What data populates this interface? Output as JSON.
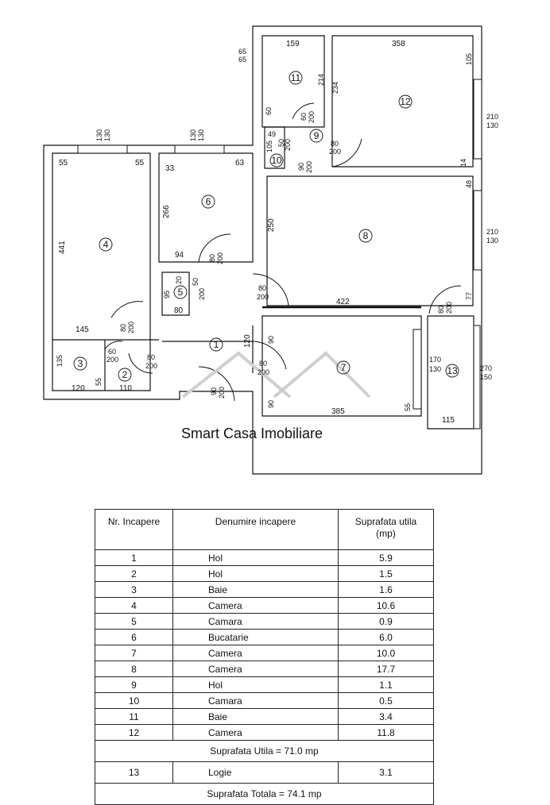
{
  "plan": {
    "watermark": "Smart Casa Imobiliare",
    "room_numbers": [
      "1",
      "2",
      "3",
      "4",
      "5",
      "6",
      "7",
      "8",
      "9",
      "10",
      "11",
      "12",
      "13"
    ],
    "dimensions": {
      "d_159": "159",
      "d_358": "358",
      "d_105_top": "105",
      "d_65": "65",
      "d_65b": "65",
      "d_214": "214",
      "d_234": "234",
      "d_60_l": "60",
      "d_60_200_a": "60",
      "d_60_200_b": "200",
      "d_49": "49",
      "d_105_wc": "105",
      "d_wc_a": "50",
      "d_wc_b": "200",
      "d_80_200_9a": "80",
      "d_80_200_9b": "200",
      "d_90_200_a": "90",
      "d_90_200_b": "200",
      "d_14": "14",
      "d_210a": "210",
      "d_130a": "130",
      "d_210b": "210",
      "d_130b": "130",
      "d_48": "48",
      "d_130_4a": "130",
      "d_130_4b": "130",
      "d_130_6a": "130",
      "d_130_6b": "130",
      "d_55a": "55",
      "d_55b": "55",
      "d_33": "33",
      "d_63": "63",
      "d_441": "441",
      "d_266": "266",
      "d_250": "250",
      "d_94": "94",
      "d_80_200_6a": "80",
      "d_80_200_6b": "200",
      "d_20": "20",
      "d_95": "95",
      "d_80": "80",
      "d_closet_a": "50",
      "d_closet_b": "200",
      "d_80_200_8a": "80",
      "d_80_200_8b": "200",
      "d_422": "422",
      "d_77": "77",
      "d_80_200_ra": "80",
      "d_80_200_rb": "200",
      "d_145": "145",
      "d_80_200_4a": "80",
      "d_80_200_4b": "200",
      "d_60_200_3a": "60",
      "d_60_200_3b": "200",
      "d_80_200_2a": "80",
      "d_80_200_2b": "200",
      "d_135": "135",
      "d_120": "120",
      "d_55c": "55",
      "d_110": "110",
      "d_120_hall": "120",
      "d_90_7": "90",
      "d_80_200_7a": "80",
      "d_80_200_7b": "200",
      "d_90_200_ea": "90",
      "d_90_200_eb": "200",
      "d_90_7b": "90",
      "d_385": "385",
      "d_55d": "55",
      "d_170": "170",
      "d_130_13": "130",
      "d_270": "270",
      "d_150": "150",
      "d_115": "115"
    }
  },
  "table": {
    "headers": {
      "nr": "Nr. Incapere",
      "name": "Denumire incapere",
      "area_1": "Suprafata utila",
      "area_2": "(mp)"
    },
    "rows": [
      {
        "nr": "1",
        "name": "Hol",
        "area": "5.9"
      },
      {
        "nr": "2",
        "name": "Hol",
        "area": "1.5"
      },
      {
        "nr": "3",
        "name": "Baie",
        "area": "1.6"
      },
      {
        "nr": "4",
        "name": "Camera",
        "area": "10.6"
      },
      {
        "nr": "5",
        "name": "Camara",
        "area": "0.9"
      },
      {
        "nr": "6",
        "name": "Bucatarie",
        "area": "6.0"
      },
      {
        "nr": "7",
        "name": "Camera",
        "area": "10.0"
      },
      {
        "nr": "8",
        "name": "Camera",
        "area": "17.7"
      },
      {
        "nr": "9",
        "name": "Hol",
        "area": "1.1"
      },
      {
        "nr": "10",
        "name": "Camara",
        "area": "0.5"
      },
      {
        "nr": "11",
        "name": "Baie",
        "area": "3.4"
      },
      {
        "nr": "12",
        "name": "Camera",
        "area": "11.8"
      }
    ],
    "util_total": "Suprafata Utila = 71.0 mp",
    "loggia": {
      "nr": "13",
      "name": "Logie",
      "area": "3.1"
    },
    "grand_total": "Suprafata Totala = 74.1 mp"
  }
}
